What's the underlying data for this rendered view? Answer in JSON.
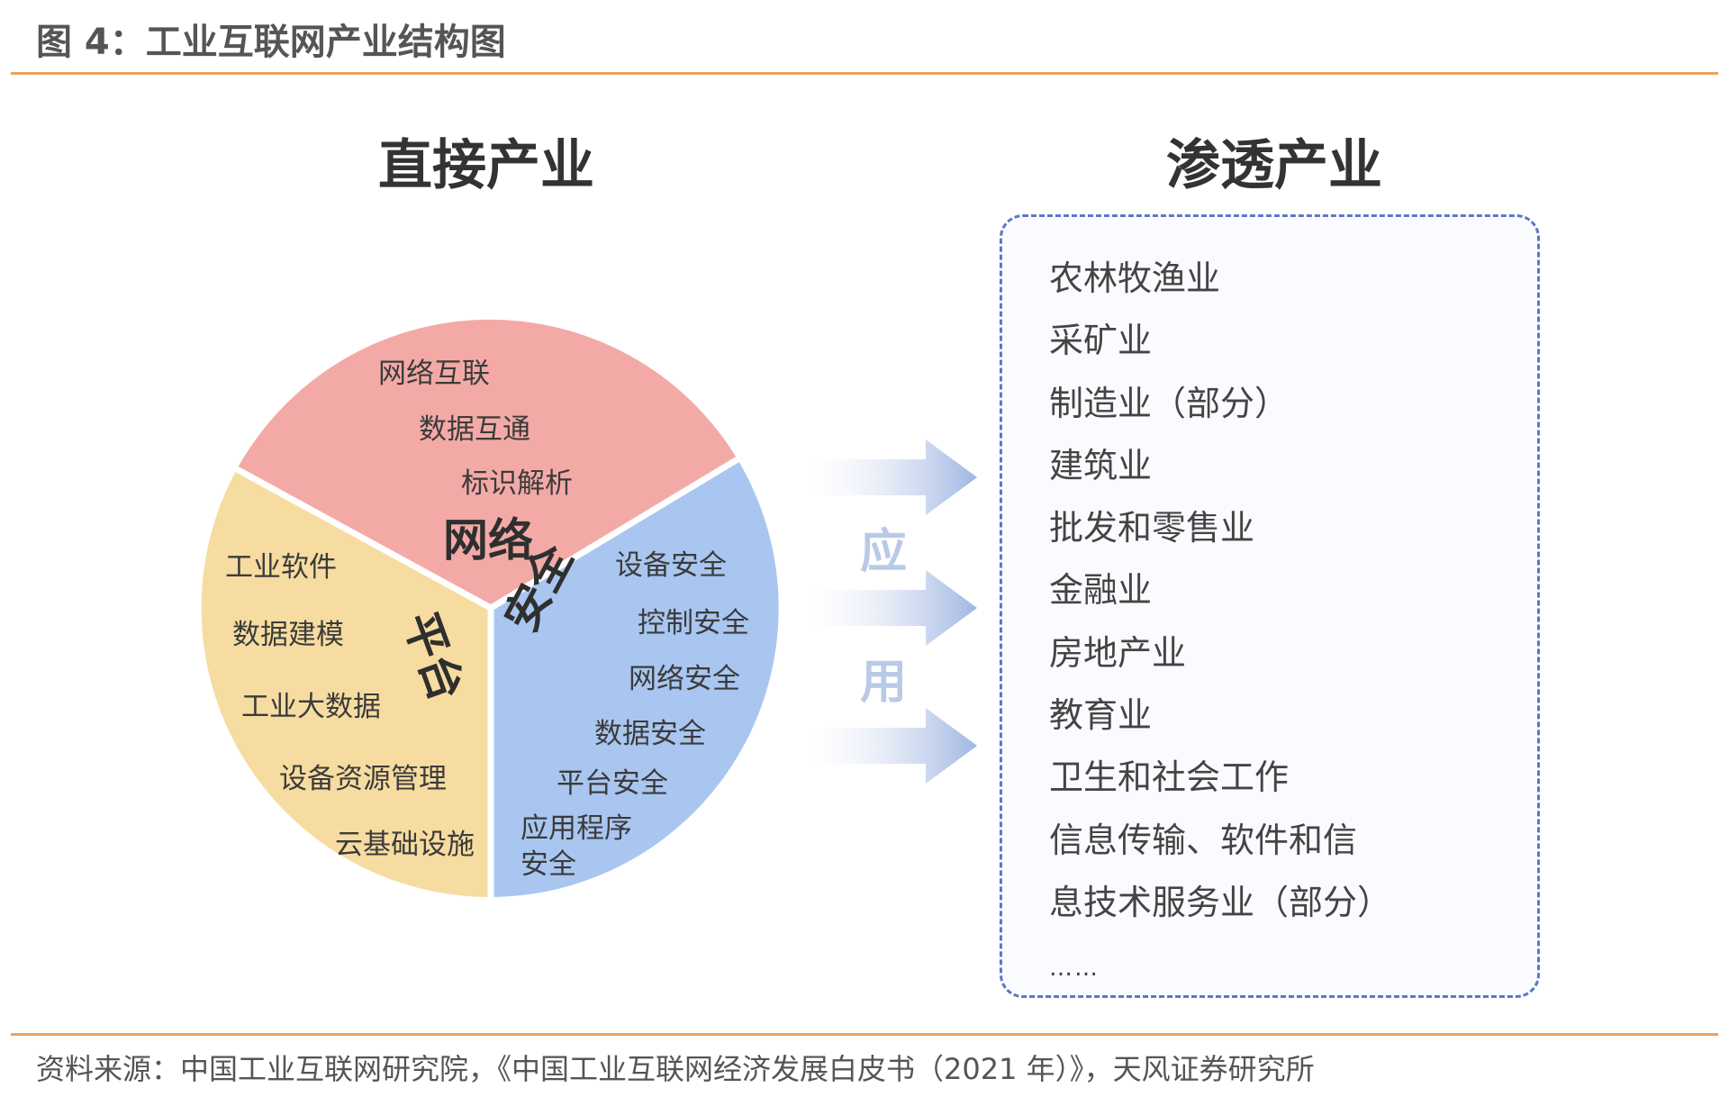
{
  "figure_title": "图 4：工业互联网产业结构图",
  "direct_industry": {
    "heading": "直接产业",
    "segments": [
      {
        "name": "网络",
        "color": "#f3aaa6",
        "items": [
          "网络互联",
          "数据互通",
          "标识解析"
        ]
      },
      {
        "name": "安全",
        "color": "#a9c6f0",
        "items": [
          "设备安全",
          "控制安全",
          "网络安全",
          "数据安全",
          "平台安全",
          "应用程序",
          "安全"
        ]
      },
      {
        "name": "平台",
        "color": "#f6dca0",
        "items": [
          "工业软件",
          "数据建模",
          "工业大数据",
          "设备资源管理",
          "云基础设施"
        ]
      }
    ]
  },
  "application": {
    "chars": [
      "应",
      "用"
    ],
    "arrow_color": "#a9bde3"
  },
  "penetration_industry": {
    "heading": "渗透产业",
    "items": [
      "农林牧渔业",
      "采矿业",
      "制造业（部分）",
      "建筑业",
      "批发和零售业",
      "金融业",
      "房地产业",
      "教育业",
      "卫生和社会工作",
      "信息传输、软件和信",
      "息技术服务业（部分）"
    ],
    "more": "……",
    "icon_color": "#2e8fde",
    "icons": [
      "plant-icon",
      "excavator-icon",
      "factory-icon",
      "truck-icon",
      "phone-globe-icon",
      "robot-arm-icon",
      "airplane-icon",
      "coins-icon",
      "globe-icon",
      "satellite-icon",
      "chart-monitor-icon",
      "open-book-icon"
    ]
  },
  "source": "资料来源：中国工业互联网研究院，《中国工业互联网经济发展白皮书（2021 年）》，天风证券研究所"
}
